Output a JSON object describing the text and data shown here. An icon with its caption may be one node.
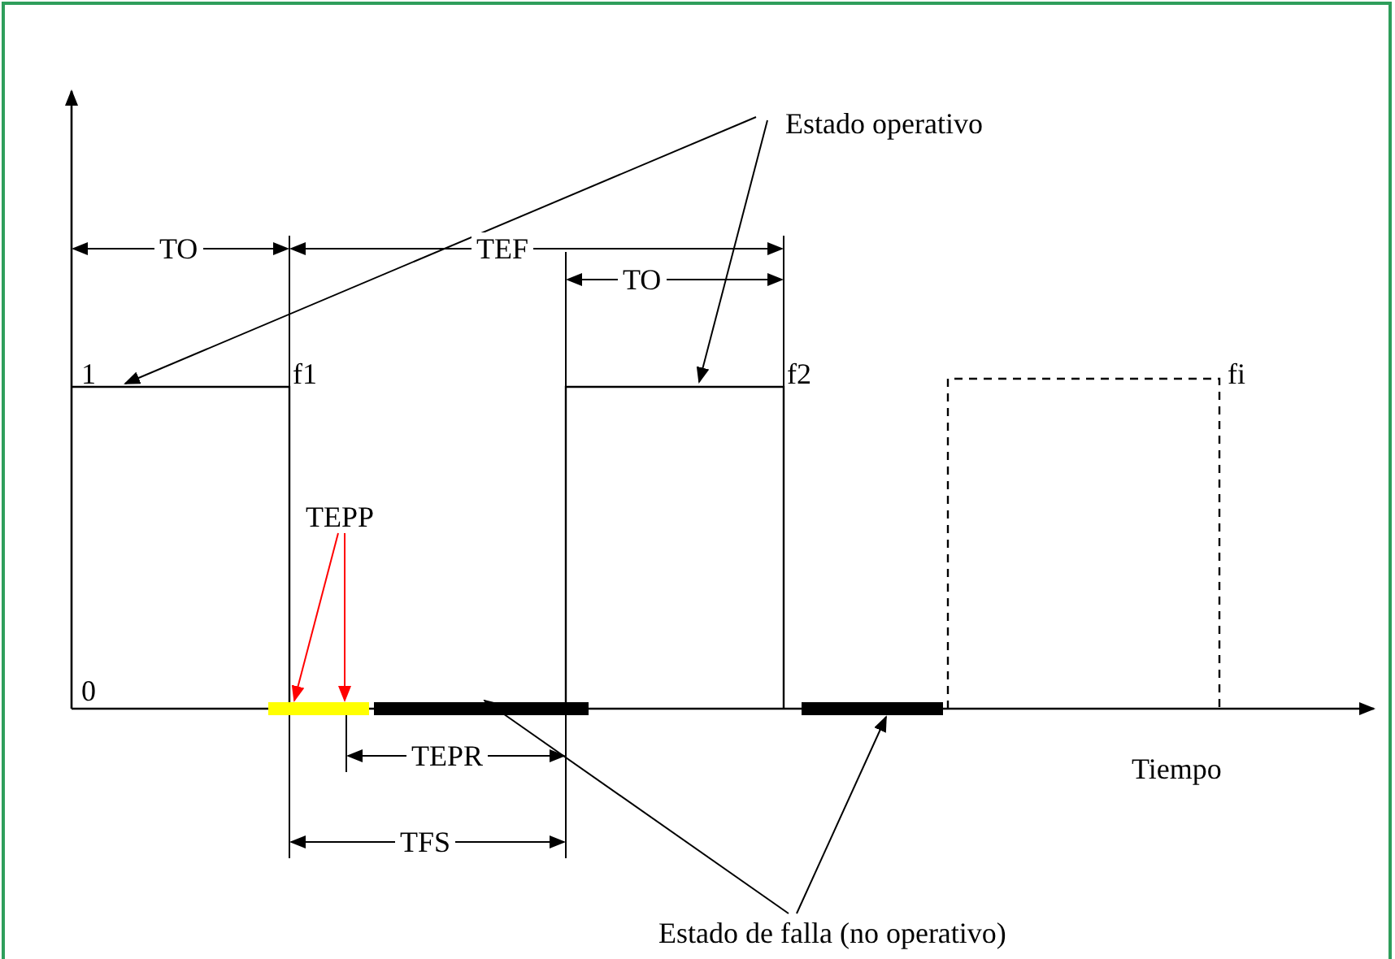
{
  "diagram": {
    "nodes": [
      {
        "text": [
          "Estado operativo"
        ]
      },
      {
        "text": [
          "TEPP"
        ]
      },
      {
        "text": [
          "Estado de falla (no operativo)"
        ]
      },
      {
        "text": [],
        "shape": "bar"
      },
      {
        "text": [],
        "shape": "bar"
      },
      {
        "text": [],
        "shape": "bar"
      }
    ],
    "edges": [
      {
        "from": 0,
        "to": null,
        "arrow": "to"
      },
      {
        "from": 0,
        "to": null,
        "arrow": "to"
      },
      {
        "from": 1,
        "to": 3,
        "arrow": "to",
        "color": "#ff0000"
      },
      {
        "from": 1,
        "to": 3,
        "arrow": "to",
        "color": "#ff0000"
      },
      {
        "from": 2,
        "to": 4,
        "arrow": "to"
      },
      {
        "from": 2,
        "to": 5,
        "arrow": "to"
      }
    ],
    "labels": [
      "TO",
      "TEF",
      "TO",
      "1",
      "f1",
      "f2",
      "fi",
      "0",
      "TEPR",
      "Tiempo",
      "TFS"
    ]
  }
}
